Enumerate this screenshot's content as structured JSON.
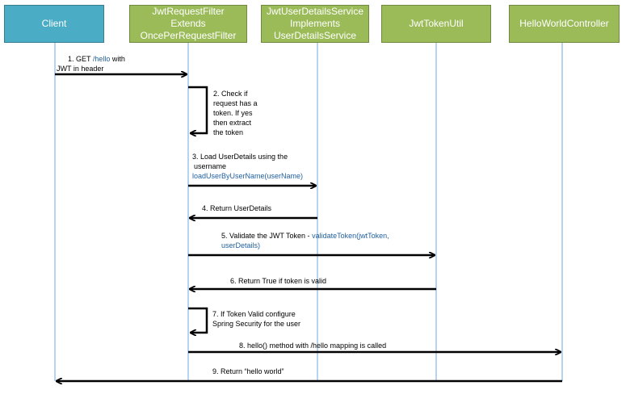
{
  "participants": [
    {
      "id": "client",
      "lines": [
        "Client"
      ],
      "color": "#4bacc6"
    },
    {
      "id": "filter",
      "lines": [
        "JwtRequestFilter",
        "Extends",
        "OncePerRequestFilter"
      ],
      "color": "#9bbb59"
    },
    {
      "id": "uds",
      "lines": [
        "JwtUserDetailsService",
        "Implements",
        "UserDetailsService"
      ],
      "color": "#9bbb59"
    },
    {
      "id": "util",
      "lines": [
        "JwtTokenUtil"
      ],
      "color": "#9bbb59"
    },
    {
      "id": "controller",
      "lines": [
        "HelloWorldController"
      ],
      "color": "#9bbb59"
    }
  ],
  "messages": [
    {
      "step": 1,
      "parts": [
        "1.  GET ",
        "/hello",
        " with"
      ],
      "line2": "JWT in header"
    },
    {
      "step": 2,
      "lines": [
        "2. Check if",
        "request has a",
        "token. If yes",
        "then extract",
        "the token"
      ]
    },
    {
      "step": 3,
      "lines": [
        "3.  Load  UserDetails using the",
        "username"
      ],
      "code": "loadUserByUserName(userName)"
    },
    {
      "step": 4,
      "text": "4. Return UserDetails"
    },
    {
      "step": 5,
      "prefix": "5. Validate the JWT Token  - ",
      "code": "validateToken(jwtToken,",
      "code2": "userDetails)"
    },
    {
      "step": 6,
      "text": "6. Return True if token is valid"
    },
    {
      "step": 7,
      "lines": [
        "7. If Token Valid configure",
        "Spring Security for the user"
      ]
    },
    {
      "step": 8,
      "text": "8. hello() method with /hello mapping is called"
    },
    {
      "step": 9,
      "text": "9. Return “hello world”"
    }
  ]
}
